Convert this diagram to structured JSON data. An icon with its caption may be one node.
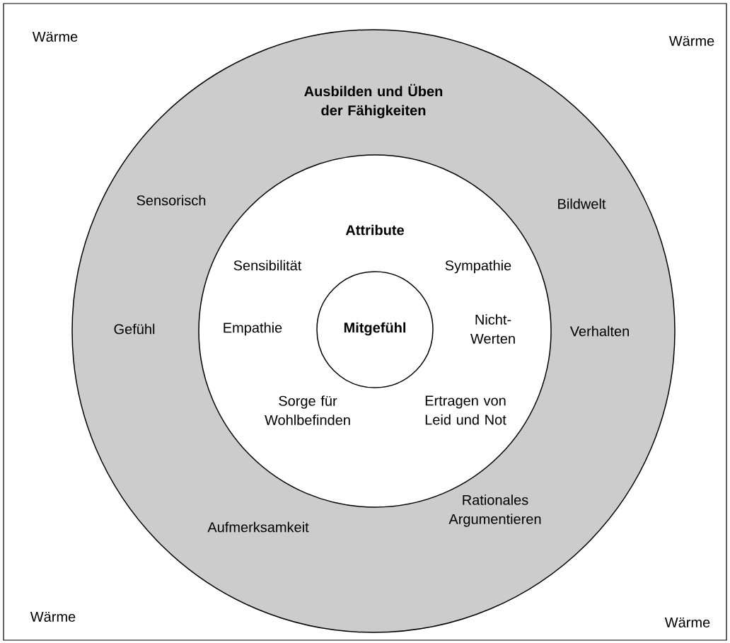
{
  "diagram": {
    "nodes": [
      {
        "text": [
          "Wärme",
          "Wärme",
          "Wärme",
          "Wärme"
        ]
      },
      {
        "text": [
          "Ausbilden und Üben der Fähigkeiten",
          "Sensorisch",
          "Bildwelt",
          "Gefühl",
          "Verhalten",
          "Aufmerksamkeit",
          "Rationales Argumentieren"
        ],
        "in": 0
      },
      {
        "text": [
          "Attribute",
          "Sensibilität",
          "Sympathie",
          "Empathie",
          "Nicht-Werten",
          "Sorge für Wohlbefinden",
          "Ertragen von Leid und Not"
        ],
        "in": 1
      },
      {
        "text": [
          "Mitgefühl"
        ],
        "in": 2
      }
    ]
  }
}
